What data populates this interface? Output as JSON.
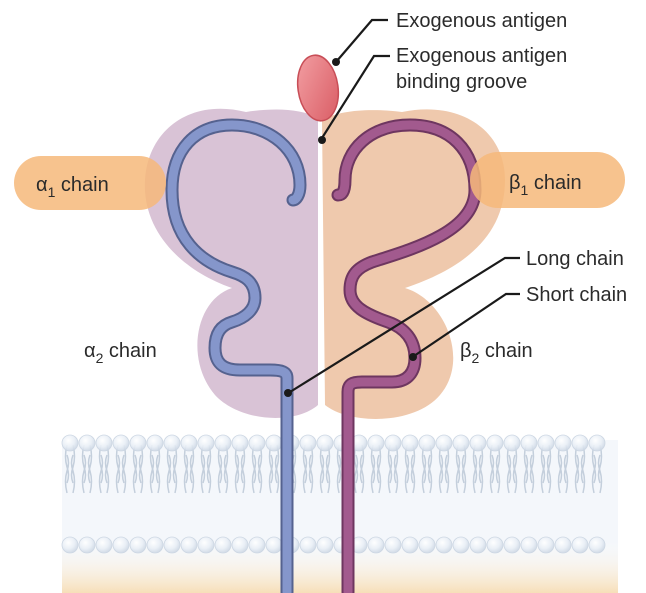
{
  "labels": {
    "exogenous_antigen": "Exogenous antigen",
    "binding_groove_line1": "Exogenous antigen",
    "binding_groove_line2": "binding groove",
    "alpha1": {
      "symbol": "α",
      "sub": "1",
      "rest": " chain"
    },
    "beta1": {
      "symbol": "β",
      "sub": "1",
      "rest": " chain"
    },
    "alpha2": {
      "symbol": "α",
      "sub": "2",
      "rest": " chain"
    },
    "beta2": {
      "symbol": "β",
      "sub": "2",
      "rest": " chain"
    },
    "long_chain": "Long chain",
    "short_chain": "Short chain"
  },
  "colors": {
    "alpha_domain": "#d9c3d6",
    "beta_domain": "#efc9ad",
    "alpha_chain": "#7f8fc2",
    "beta_chain": "#9a5686",
    "antigen": "#e8727a",
    "highlight": "#f6b97a",
    "membrane": "#dde6f0"
  }
}
